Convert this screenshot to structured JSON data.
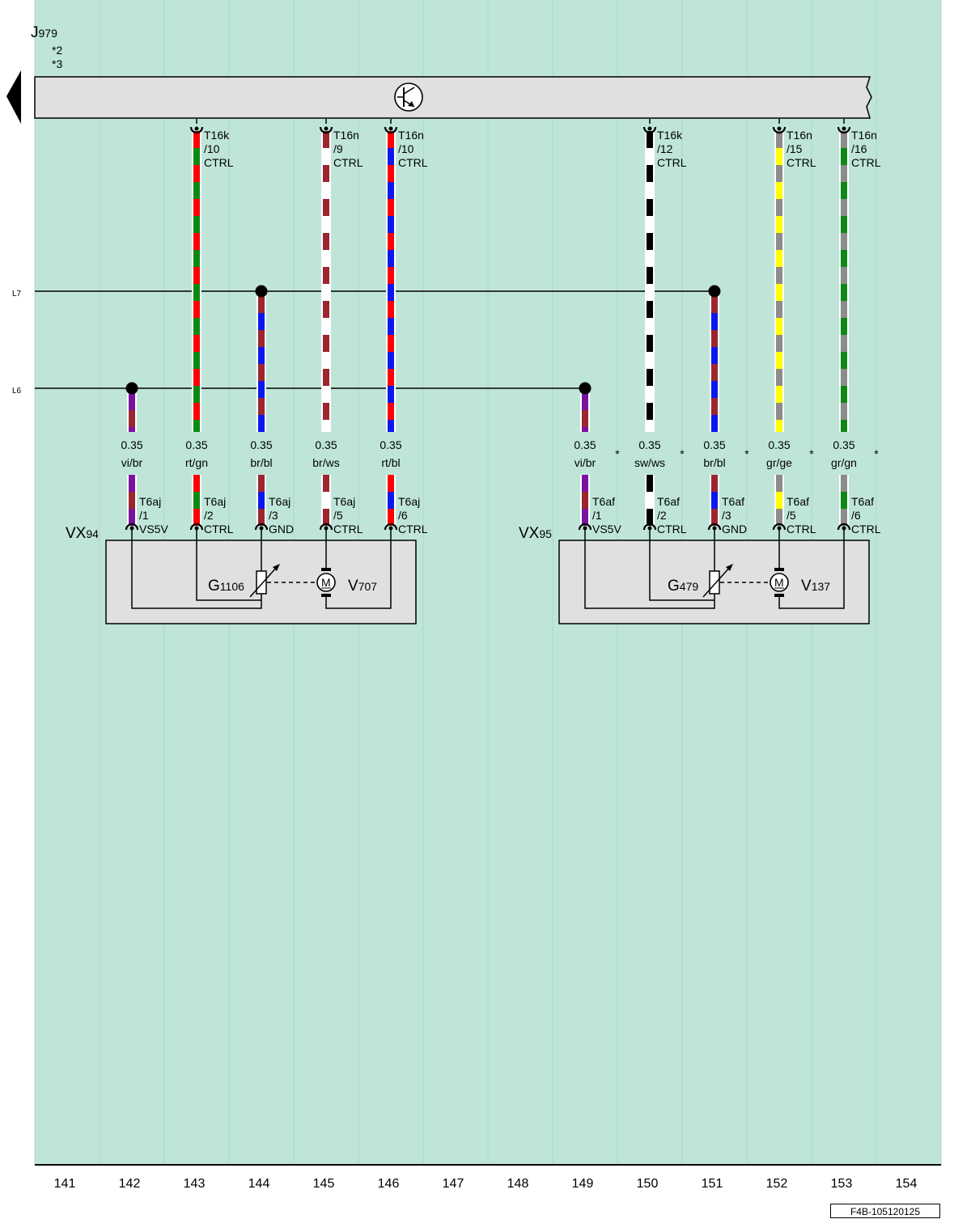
{
  "header": {
    "component": "J",
    "component_num": "979",
    "notes": [
      "*2",
      "*3"
    ]
  },
  "bus_lines": [
    {
      "id": "L7",
      "label": "L7"
    },
    {
      "id": "L6",
      "label": "L6"
    }
  ],
  "colors": {
    "background": "#bfe5d9",
    "component_fill": "#e0e0e0",
    "vi": "#7a12a0",
    "br": "#9b2630",
    "rt": "#ff0000",
    "gn": "#0a8a14",
    "bl": "#0a18f0",
    "ws": "#ffffff",
    "sw": "#000000",
    "gr": "#8c8c8c",
    "ge": "#ffff00"
  },
  "top_wires": [
    {
      "col": 143,
      "connector": "T16k",
      "pin": "/10",
      "signal": "CTRL",
      "colors": [
        "rt",
        "gn"
      ]
    },
    {
      "col": 145,
      "connector": "T16n",
      "pin": "/9",
      "signal": "CTRL",
      "colors": [
        "br",
        "ws"
      ]
    },
    {
      "col": 146,
      "connector": "T16n",
      "pin": "/10",
      "signal": "CTRL",
      "colors": [
        "rt",
        "bl"
      ]
    },
    {
      "col": 150,
      "connector": "T16k",
      "pin": "/12",
      "signal": "CTRL",
      "colors": [
        "sw",
        "ws"
      ]
    },
    {
      "col": 152,
      "connector": "T16n",
      "pin": "/15",
      "signal": "CTRL",
      "colors": [
        "gr",
        "ge"
      ]
    },
    {
      "col": 153,
      "connector": "T16n",
      "pin": "/16",
      "signal": "CTRL",
      "colors": [
        "gr",
        "gn"
      ]
    }
  ],
  "wires": [
    {
      "col": 142,
      "size": "0.35",
      "color": "vi/br",
      "colors": [
        "vi",
        "br"
      ],
      "source": "L6"
    },
    {
      "col": 143,
      "size": "0.35",
      "color": "rt/gn",
      "colors": [
        "rt",
        "gn"
      ],
      "source": "top"
    },
    {
      "col": 144,
      "size": "0.35",
      "color": "br/bl",
      "colors": [
        "br",
        "bl"
      ],
      "source": "L7"
    },
    {
      "col": 145,
      "size": "0.35",
      "color": "br/ws",
      "colors": [
        "br",
        "ws"
      ],
      "source": "top"
    },
    {
      "col": 146,
      "size": "0.35",
      "color": "rt/bl",
      "colors": [
        "rt",
        "bl"
      ],
      "source": "top"
    },
    {
      "col": 149,
      "size": "0.35",
      "color": "vi/br",
      "colors": [
        "vi",
        "br"
      ],
      "source": "L6",
      "star": "*"
    },
    {
      "col": 150,
      "size": "0.35",
      "color": "sw/ws",
      "colors": [
        "sw",
        "ws"
      ],
      "source": "top",
      "star": "*"
    },
    {
      "col": 151,
      "size": "0.35",
      "color": "br/bl",
      "colors": [
        "br",
        "bl"
      ],
      "source": "L7",
      "star": "*"
    },
    {
      "col": 152,
      "size": "0.35",
      "color": "gr/ge",
      "colors": [
        "gr",
        "ge"
      ],
      "source": "top",
      "star": "*"
    },
    {
      "col": 153,
      "size": "0.35",
      "color": "gr/gn",
      "colors": [
        "gr",
        "gn"
      ],
      "source": "top",
      "star": "*"
    }
  ],
  "modules": [
    {
      "name": "VX",
      "num": "94",
      "sensor": {
        "letter": "G",
        "num": "1106"
      },
      "motor": {
        "letter": "V",
        "num": "707",
        "symbol": "M"
      },
      "pins": [
        {
          "col": 142,
          "connector": "T6aj",
          "pin": "/1",
          "signal": "VS5V"
        },
        {
          "col": 143,
          "connector": "T6aj",
          "pin": "/2",
          "signal": "CTRL"
        },
        {
          "col": 144,
          "connector": "T6aj",
          "pin": "/3",
          "signal": "GND"
        },
        {
          "col": 145,
          "connector": "T6aj",
          "pin": "/5",
          "signal": "CTRL"
        },
        {
          "col": 146,
          "connector": "T6aj",
          "pin": "/6",
          "signal": "CTRL"
        }
      ]
    },
    {
      "name": "VX",
      "num": "95",
      "sensor": {
        "letter": "G",
        "num": "479"
      },
      "motor": {
        "letter": "V",
        "num": "137",
        "symbol": "M"
      },
      "pins": [
        {
          "col": 149,
          "connector": "T6af",
          "pin": "/1",
          "signal": "VS5V"
        },
        {
          "col": 150,
          "connector": "T6af",
          "pin": "/2",
          "signal": "CTRL"
        },
        {
          "col": 151,
          "connector": "T6af",
          "pin": "/3",
          "signal": "GND"
        },
        {
          "col": 152,
          "connector": "T6af",
          "pin": "/5",
          "signal": "CTRL"
        },
        {
          "col": 153,
          "connector": "T6af",
          "pin": "/6",
          "signal": "CTRL"
        }
      ]
    }
  ],
  "columns": [
    "141",
    "142",
    "143",
    "144",
    "145",
    "146",
    "147",
    "148",
    "149",
    "150",
    "151",
    "152",
    "153",
    "154"
  ],
  "doc_id": "F4B-105120125"
}
